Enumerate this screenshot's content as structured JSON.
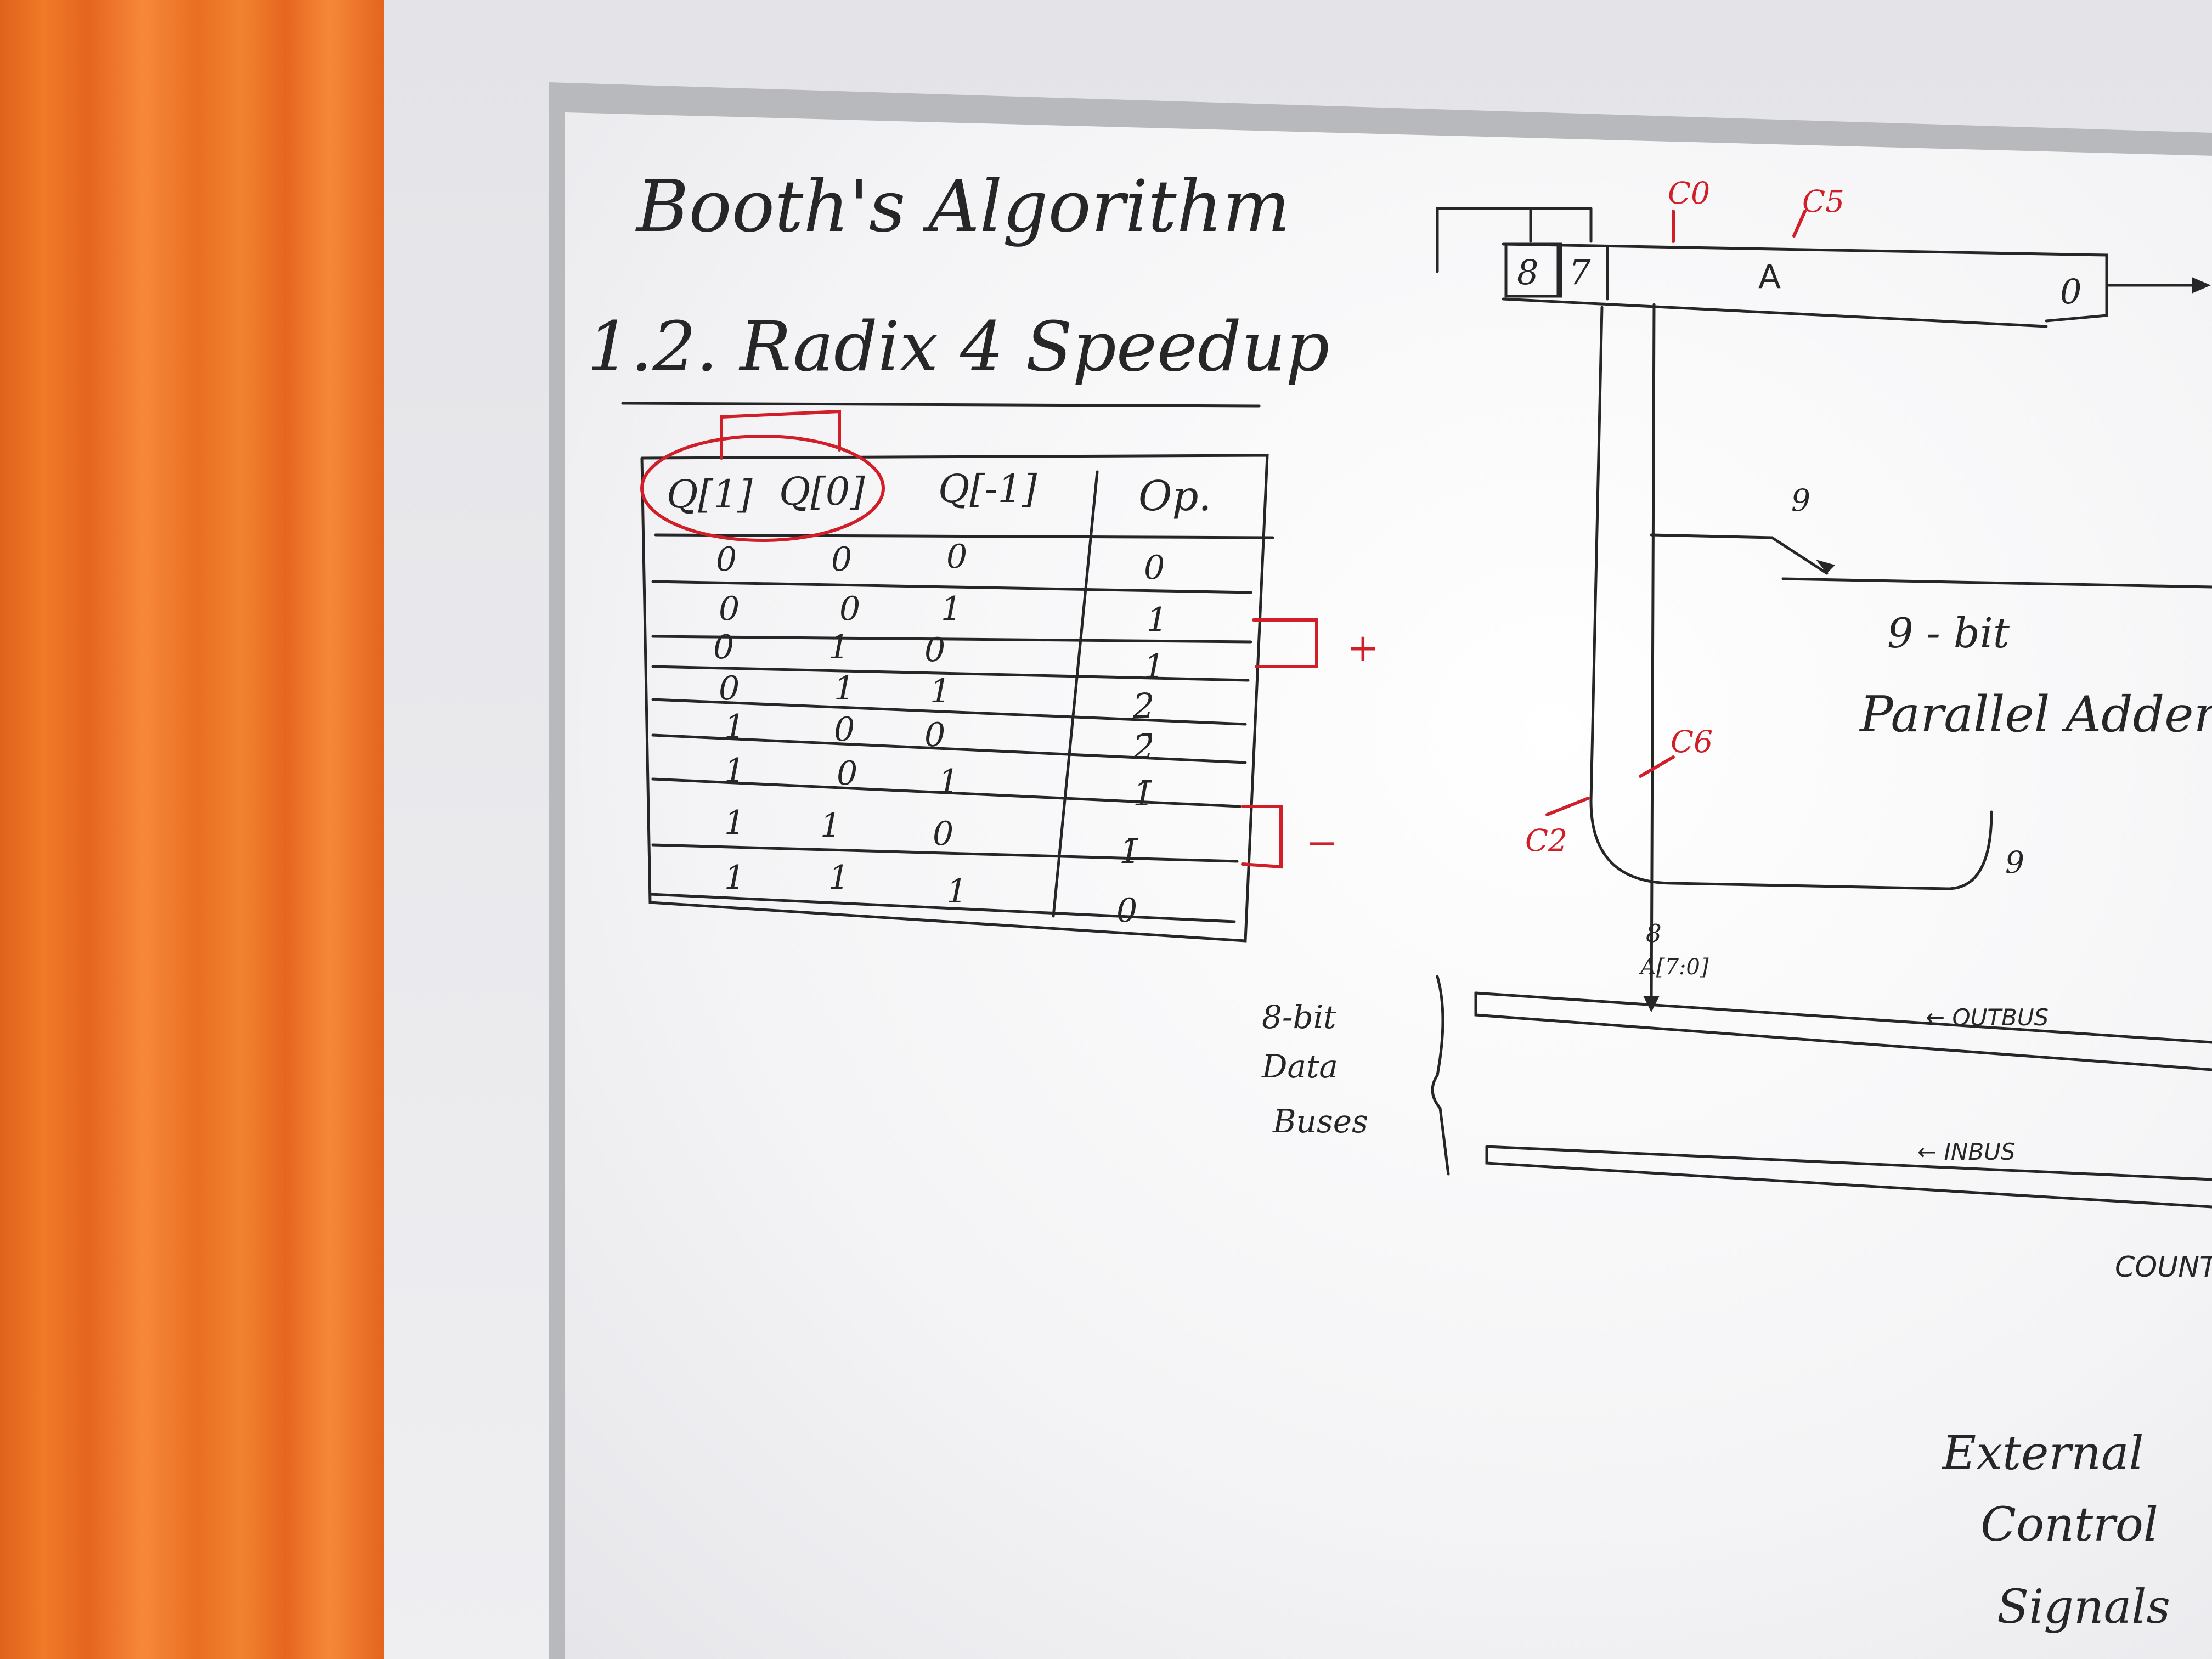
{
  "whiteboard": {
    "title": "Booth's Algorithm",
    "subtitle": "1.2. Radix 4 Speedup",
    "table": {
      "headers": [
        "Q[1]",
        "Q[0]",
        "Q[-1]",
        "Op."
      ],
      "rows": [
        [
          "0",
          "0",
          "0",
          "0"
        ],
        [
          "0",
          "0",
          "1",
          "1"
        ],
        [
          "0",
          "1",
          "0",
          "1"
        ],
        [
          "0",
          "1",
          "1",
          "2"
        ],
        [
          "1",
          "0",
          "0",
          "2̄"
        ],
        [
          "1",
          "0",
          "1",
          "1̄"
        ],
        [
          "1",
          "1",
          "0",
          "1̄"
        ],
        [
          "1",
          "1",
          "1",
          "0"
        ]
      ],
      "plus_mark": "+",
      "minus_mark": "−"
    },
    "register": {
      "bit_high": "8",
      "bit_next": "7",
      "name": "A",
      "bit_low": "0"
    },
    "control_signals": [
      "C0",
      "C5",
      "C6",
      "C2"
    ],
    "adder": {
      "line1": "9 - bit",
      "line2": "Parallel Adder"
    },
    "width_labels": {
      "adder_in": "9",
      "adder_out": "9",
      "bus_out": "8",
      "bus_slice": "A[7:0]"
    },
    "buses": {
      "label_line1": "8-bit",
      "label_line2": "Data",
      "label_line3": "Buses",
      "outbus": "OUTBUS",
      "inbus": "INBUS"
    },
    "counter_label": "COUNT",
    "external": {
      "line1": "External",
      "line2": "Control",
      "line3": "Signals"
    },
    "colors": {
      "ink": "#262626",
      "red_marker": "#d11f2a",
      "curtain": "#ef7a2a"
    }
  }
}
